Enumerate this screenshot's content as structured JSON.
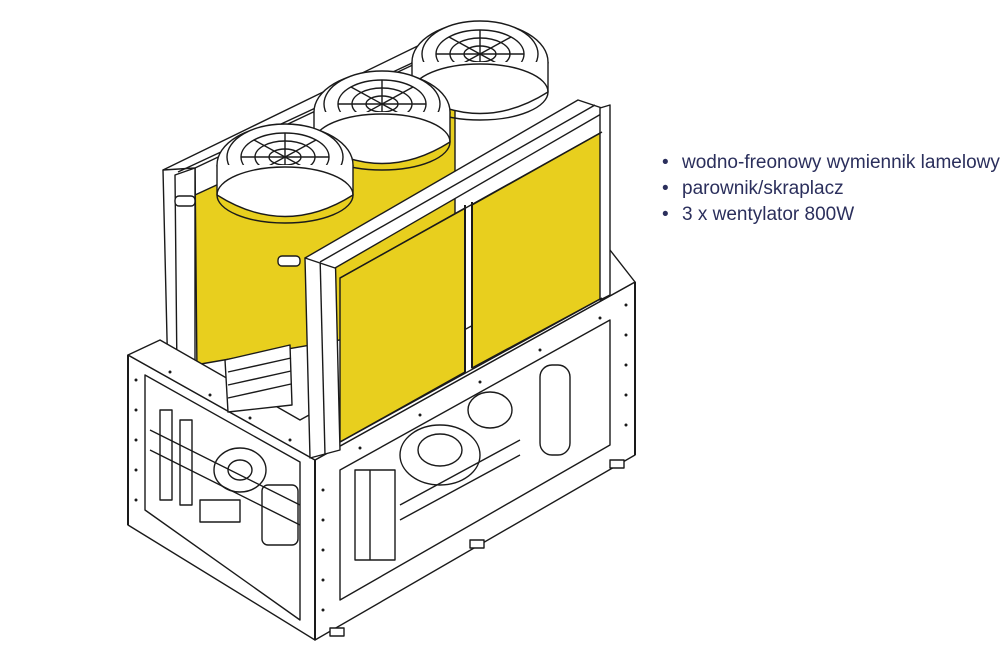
{
  "features": [
    "wodno-freonowy wymiennik lamelowy",
    "parownik/skraplacz",
    "3 x wentylator 800W"
  ],
  "colors": {
    "coil": "#e8cf1e",
    "line": "#1a1a1a",
    "frame": "#ffffff",
    "text": "#2b2f5c"
  }
}
